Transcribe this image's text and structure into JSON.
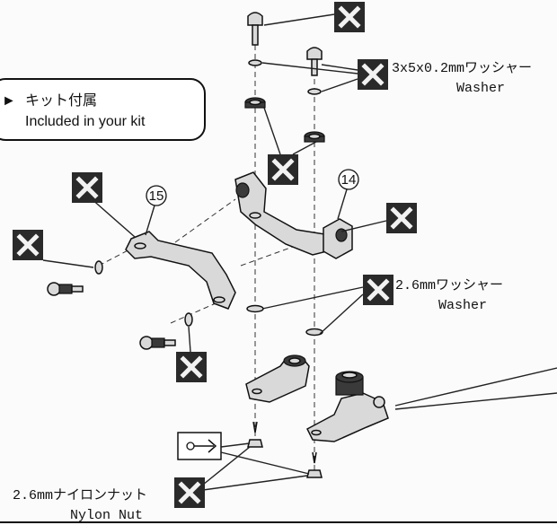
{
  "kit_note": {
    "marker": "►",
    "jp": "キット付属",
    "en": "Included in your kit"
  },
  "parts": {
    "part_15": "15",
    "part_14": "14"
  },
  "labels": {
    "washer_3x5": {
      "jp": "3x5x0.2mmワッシャー",
      "en": "Washer"
    },
    "washer_26": {
      "jp": "2.6mmワッシャー",
      "en": "Washer"
    },
    "nylon_nut": {
      "jp": "2.6mmナイロンナット",
      "en": "Nylon Nut"
    }
  },
  "x_mark": "X",
  "colors": {
    "ink": "#111111",
    "box": "#2a2a2a",
    "paper": "#fbfbfb"
  }
}
